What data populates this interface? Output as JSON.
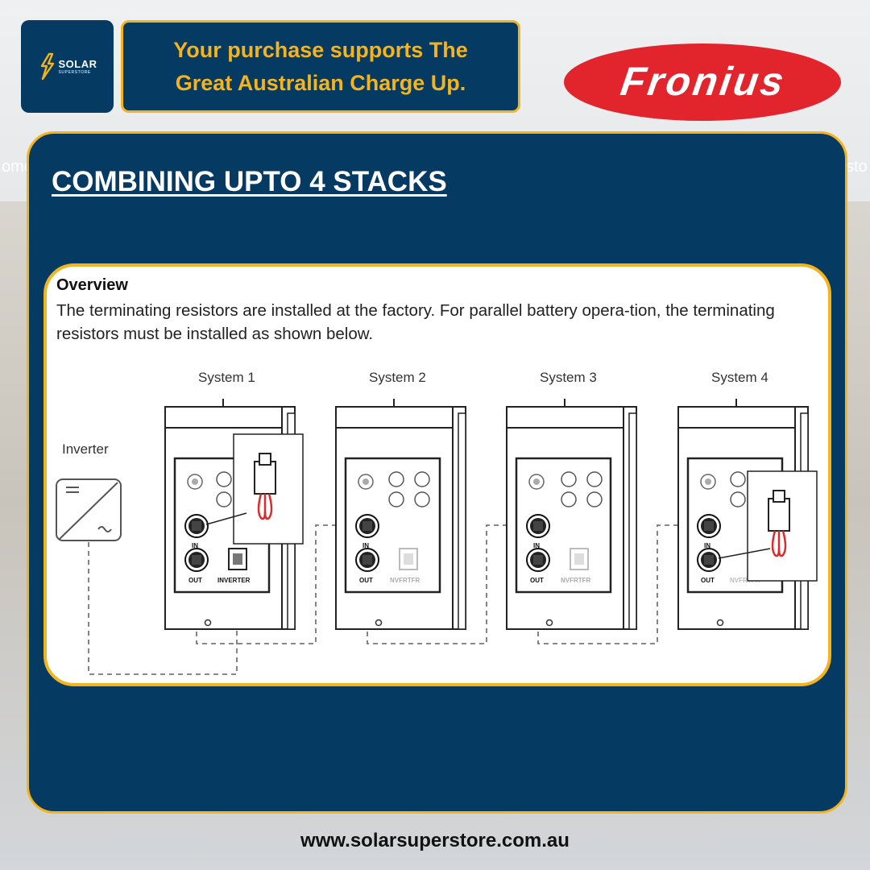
{
  "brand": {
    "logo_word": "SOLAR",
    "logo_subword": "SUPERSTORE",
    "accent_color": "#f5b31c",
    "navy_color": "#053a63",
    "partner_logo_word": "Fronius",
    "partner_logo_color": "#e2242c"
  },
  "banner": {
    "text": "Your purchase supports The Great Australian Charge Up."
  },
  "background": {
    "left_fragment": "ome",
    "right_fragment": "sto"
  },
  "main": {
    "heading": "COMBINING UPTO 4 STACKS"
  },
  "doc": {
    "title": "Overview",
    "body": "The terminating resistors are installed at the factory. For parallel battery opera-tion, the terminating resistors must be installed as shown below."
  },
  "diagram": {
    "inverter_label": "Inverter",
    "systems": [
      {
        "label": "System 1",
        "in_port": "IN",
        "out_port": "OUT",
        "right_port": "INVERTER",
        "terminator": true
      },
      {
        "label": "System 2",
        "in_port": "IN",
        "out_port": "OUT",
        "right_port": "NVFRTFR",
        "terminator": false
      },
      {
        "label": "System 3",
        "in_port": "IN",
        "out_port": "OUT",
        "right_port": "NVFRTFR",
        "terminator": false
      },
      {
        "label": "System 4",
        "in_port": "IN",
        "out_port": "OUT",
        "right_port": "NVFRTFR",
        "terminator": true
      }
    ],
    "icons": [
      "inverter-icon",
      "terminating-resistor-icon",
      "port-icon"
    ]
  },
  "footer": {
    "url": "www.solarsuperstore.com.au"
  }
}
